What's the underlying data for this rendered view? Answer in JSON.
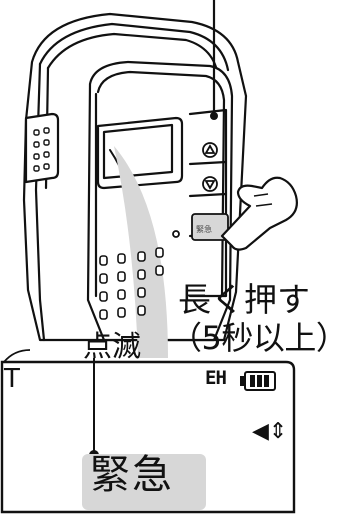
{
  "labels": {
    "long_press": "長く押す",
    "duration": "（5秒以上）",
    "blink": "点滅"
  },
  "display": {
    "antenna_icon": "antenna-icon",
    "mode_indicator": "EH",
    "battery_icon": "battery-icon",
    "volume_icon": "volume-icon",
    "emergency_text": "緊急"
  },
  "radio": {
    "button_label": "緊急"
  },
  "colors": {
    "outline": "#111111",
    "highlight": "#d7d7d7",
    "background": "#ffffff"
  }
}
